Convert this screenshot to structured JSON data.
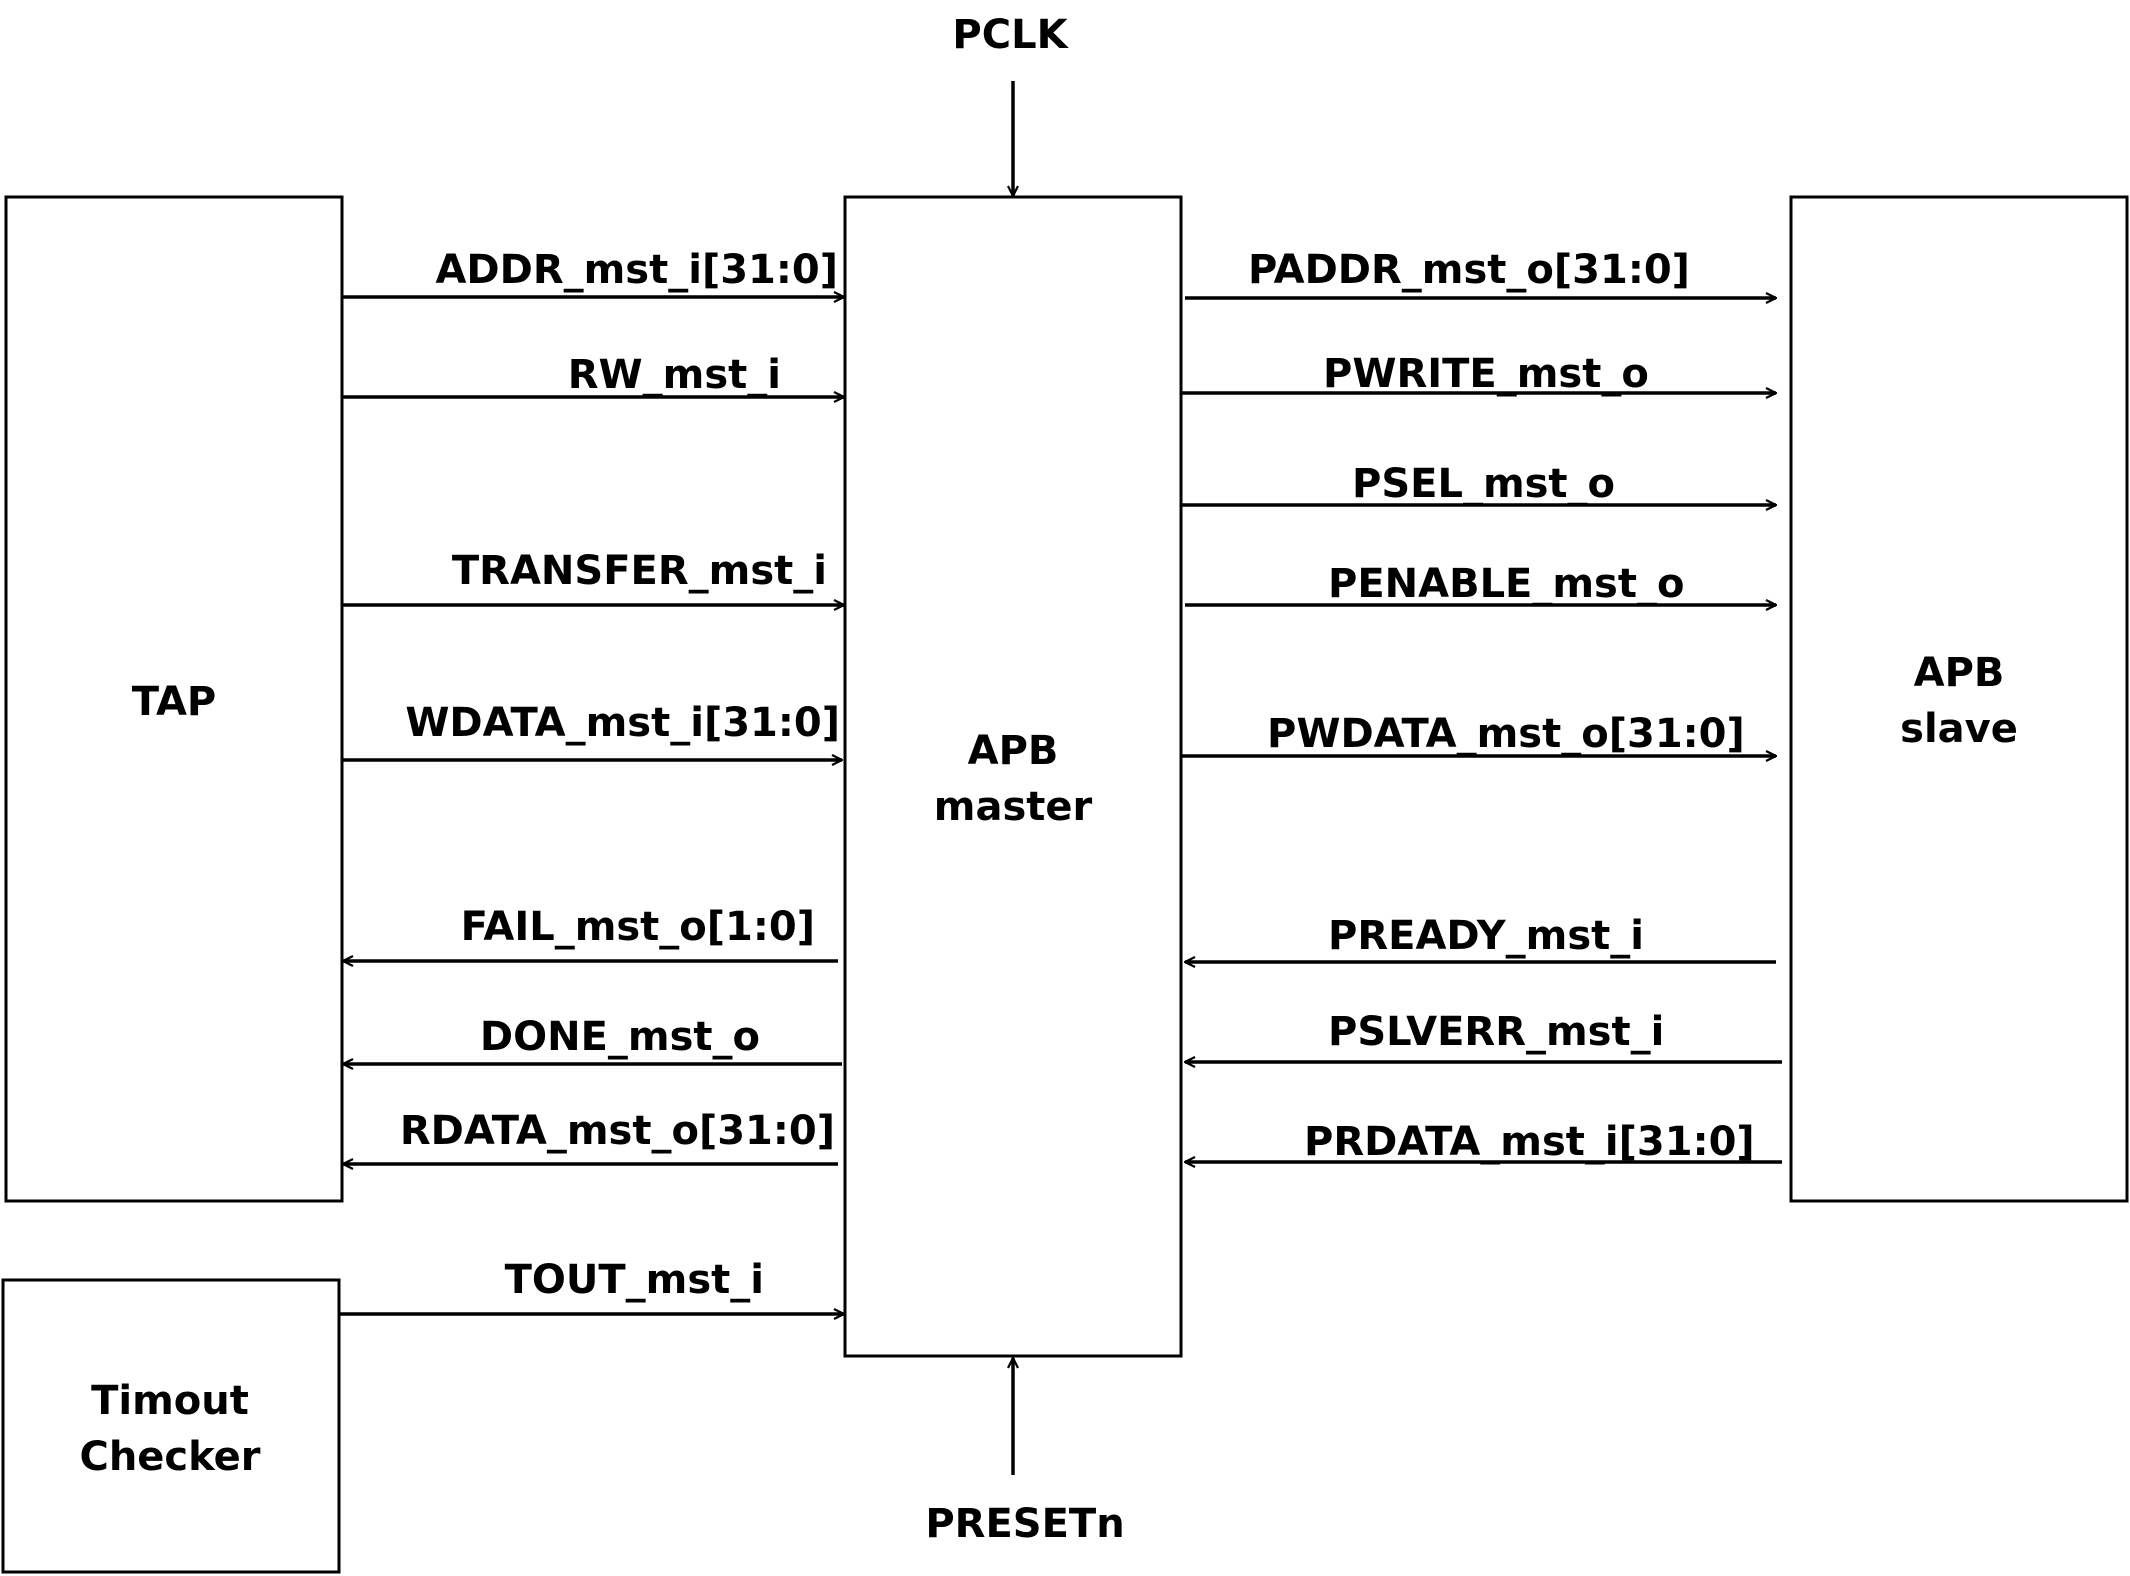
{
  "blocks": {
    "tap": {
      "line1": "TAP"
    },
    "apb_master": {
      "line1": "APB",
      "line2": "master"
    },
    "apb_slave": {
      "line1": "APB",
      "line2": "slave"
    },
    "timeout_checker": {
      "line1": "Timout",
      "line2": "Checker"
    }
  },
  "clock_input": "PCLK",
  "reset_input": "PRESETn",
  "tap_to_master": [
    "ADDR_mst_i[31:0]",
    "RW_mst_i",
    "TRANSFER_mst_i",
    "WDATA_mst_i[31:0]"
  ],
  "master_to_tap": [
    "FAIL_mst_o[1:0]",
    "DONE_mst_o",
    "RDATA_mst_o[31:0]"
  ],
  "checker_to_master": "TOUT_mst_i",
  "master_to_slave": [
    "PADDR_mst_o[31:0]",
    "PWRITE_mst_o",
    "PSEL_mst_o",
    "PENABLE_mst_o",
    "PWDATA_mst_o[31:0]"
  ],
  "slave_to_master": [
    "PREADY_mst_i",
    "PSLVERR_mst_i",
    "PRDATA_mst_i[31:0]"
  ]
}
